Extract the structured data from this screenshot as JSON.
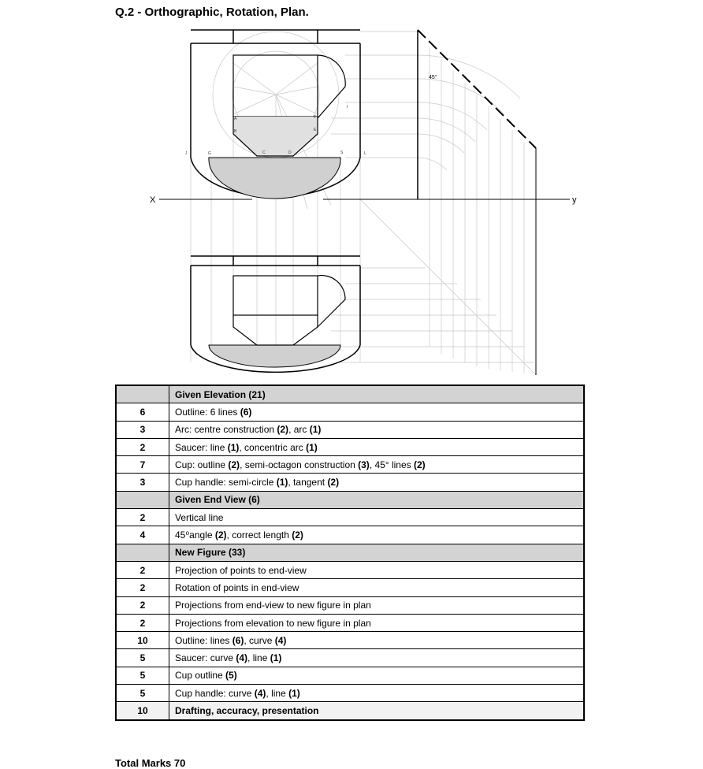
{
  "title": "Q.2 - Orthographic, Rotation, Plan.",
  "drawing": {
    "axis_left": "X",
    "axis_right": "y",
    "angle_label": "45°",
    "point_labels": [
      "A",
      "B",
      "C",
      "D",
      "E",
      "F",
      "G",
      "J",
      "L",
      "S",
      "I"
    ]
  },
  "rows": [
    {
      "type": "header",
      "marks": "",
      "segments": [
        {
          "t": "Given Elevation (21)",
          "b": true
        }
      ]
    },
    {
      "type": "item",
      "marks": "6",
      "segments": [
        {
          "t": "Outline: 6 lines ",
          "b": false
        },
        {
          "t": "(6)",
          "b": true
        }
      ]
    },
    {
      "type": "item",
      "marks": "3",
      "segments": [
        {
          "t": "Arc: centre construction ",
          "b": false
        },
        {
          "t": "(2)",
          "b": true
        },
        {
          "t": ", arc ",
          "b": false
        },
        {
          "t": "(1)",
          "b": true
        }
      ]
    },
    {
      "type": "item",
      "marks": "2",
      "segments": [
        {
          "t": "Saucer: line ",
          "b": false
        },
        {
          "t": "(1)",
          "b": true
        },
        {
          "t": ", concentric arc ",
          "b": false
        },
        {
          "t": "(1)",
          "b": true
        }
      ]
    },
    {
      "type": "item",
      "marks": "7",
      "segments": [
        {
          "t": "Cup: outline ",
          "b": false
        },
        {
          "t": "(2)",
          "b": true
        },
        {
          "t": ", semi-octagon construction ",
          "b": false
        },
        {
          "t": "(3)",
          "b": true
        },
        {
          "t": ", 45° lines ",
          "b": false
        },
        {
          "t": "(2)",
          "b": true
        }
      ]
    },
    {
      "type": "item",
      "marks": "3",
      "segments": [
        {
          "t": "Cup handle: semi-circle ",
          "b": false
        },
        {
          "t": "(1)",
          "b": true
        },
        {
          "t": ", tangent ",
          "b": false
        },
        {
          "t": "(2)",
          "b": true
        }
      ]
    },
    {
      "type": "header",
      "marks": "",
      "segments": [
        {
          "t": "Given End View (6)",
          "b": true
        }
      ]
    },
    {
      "type": "item",
      "marks": "2",
      "segments": [
        {
          "t": "Vertical line",
          "b": false
        }
      ]
    },
    {
      "type": "item",
      "marks": "4",
      "segments": [
        {
          "t": "45⁰angle ",
          "b": false
        },
        {
          "t": "(2)",
          "b": true
        },
        {
          "t": ", correct length ",
          "b": false
        },
        {
          "t": "(2)",
          "b": true
        }
      ]
    },
    {
      "type": "header",
      "marks": "",
      "segments": [
        {
          "t": "New Figure (33)",
          "b": true
        }
      ]
    },
    {
      "type": "item",
      "marks": "2",
      "segments": [
        {
          "t": "Projection of points to end-view",
          "b": false
        }
      ]
    },
    {
      "type": "item",
      "marks": "2",
      "segments": [
        {
          "t": "Rotation of points in end-view",
          "b": false
        }
      ]
    },
    {
      "type": "item",
      "marks": "2",
      "segments": [
        {
          "t": "Projections from end-view to new figure in plan",
          "b": false
        }
      ]
    },
    {
      "type": "item",
      "marks": "2",
      "segments": [
        {
          "t": "Projections from elevation to new figure in plan",
          "b": false
        }
      ]
    },
    {
      "type": "item",
      "marks": "10",
      "segments": [
        {
          "t": "Outline: lines ",
          "b": false
        },
        {
          "t": "(6)",
          "b": true
        },
        {
          "t": ", curve ",
          "b": false
        },
        {
          "t": "(4)",
          "b": true
        }
      ]
    },
    {
      "type": "item",
      "marks": "5",
      "segments": [
        {
          "t": "Saucer: curve ",
          "b": false
        },
        {
          "t": "(4)",
          "b": true
        },
        {
          "t": ", line ",
          "b": false
        },
        {
          "t": "(1)",
          "b": true
        }
      ]
    },
    {
      "type": "item",
      "marks": "5",
      "segments": [
        {
          "t": "Cup outline ",
          "b": false
        },
        {
          "t": "(5)",
          "b": true
        }
      ]
    },
    {
      "type": "item",
      "marks": "5",
      "segments": [
        {
          "t": "Cup handle: curve ",
          "b": false
        },
        {
          "t": "(4)",
          "b": true
        },
        {
          "t": ", line ",
          "b": false
        },
        {
          "t": "(1)",
          "b": true
        }
      ]
    },
    {
      "type": "last",
      "marks": "10",
      "segments": [
        {
          "t": "Drafting, accuracy, presentation",
          "b": true
        }
      ]
    }
  ],
  "total": "Total Marks 70"
}
